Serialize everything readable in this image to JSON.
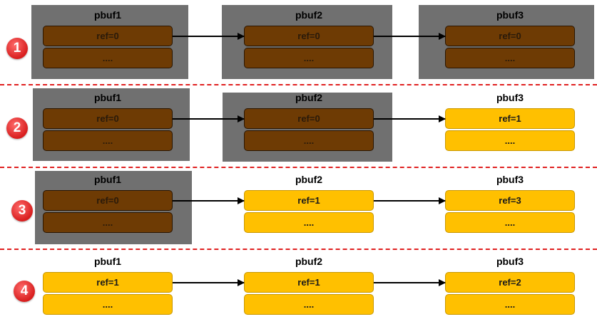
{
  "rows": [
    {
      "step": "1",
      "buffers": [
        {
          "name": "pbuf1",
          "ref": "ref=0",
          "more": "....",
          "freed": true
        },
        {
          "name": "pbuf2",
          "ref": "ref=0",
          "more": "....",
          "freed": true
        },
        {
          "name": "pbuf3",
          "ref": "ref=0",
          "more": "....",
          "freed": true
        }
      ]
    },
    {
      "step": "2",
      "buffers": [
        {
          "name": "pbuf1",
          "ref": "ref=0",
          "more": "....",
          "freed": true
        },
        {
          "name": "pbuf2",
          "ref": "ref=0",
          "more": "....",
          "freed": true
        },
        {
          "name": "pbuf3",
          "ref": "ref=1",
          "more": "....",
          "freed": false
        }
      ]
    },
    {
      "step": "3",
      "buffers": [
        {
          "name": "pbuf1",
          "ref": "ref=0",
          "more": "....",
          "freed": true
        },
        {
          "name": "pbuf2",
          "ref": "ref=1",
          "more": "....",
          "freed": false
        },
        {
          "name": "pbuf3",
          "ref": "ref=3",
          "more": "....",
          "freed": false
        }
      ]
    },
    {
      "step": "4",
      "buffers": [
        {
          "name": "pbuf1",
          "ref": "ref=1",
          "more": "....",
          "freed": false
        },
        {
          "name": "pbuf2",
          "ref": "ref=1",
          "more": "....",
          "freed": false
        },
        {
          "name": "pbuf3",
          "ref": "ref=2",
          "more": "....",
          "freed": false
        }
      ]
    }
  ],
  "colors": {
    "freed_fill": "#6e3b04",
    "used_fill": "#ffc000",
    "grey_panel": "#707070",
    "separator": "#e02020",
    "step_badge": "#d81e1e"
  }
}
